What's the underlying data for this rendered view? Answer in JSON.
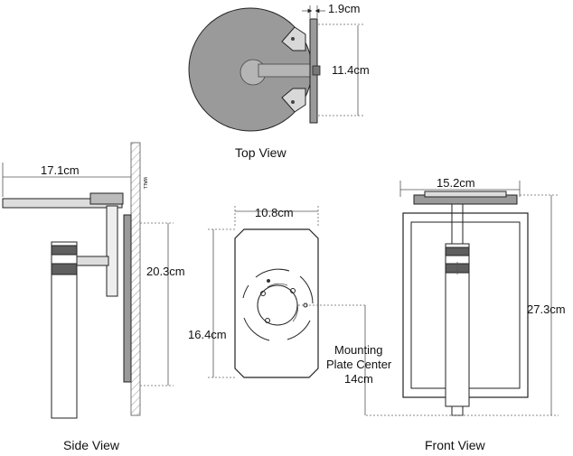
{
  "views": {
    "top": {
      "caption": "Top View",
      "depth_label": "1.9cm",
      "plate_height_label": "11.4cm"
    },
    "side": {
      "caption": "Side View",
      "wall_text": "WALL",
      "extension_label": "17.1cm",
      "height_label": "20.3cm"
    },
    "plate": {
      "width_label": "10.8cm",
      "height_label": "16.4cm"
    },
    "front": {
      "caption": "Front View",
      "width_label": "15.2cm",
      "height_label": "27.3cm",
      "mounting_line1": "Mounting",
      "mounting_line2": "Plate Center",
      "mounting_value": "14cm"
    }
  },
  "colors": {
    "shade_fill": "#9a9a9a",
    "dark_fill": "#5f5f5f",
    "line": "#222222"
  }
}
